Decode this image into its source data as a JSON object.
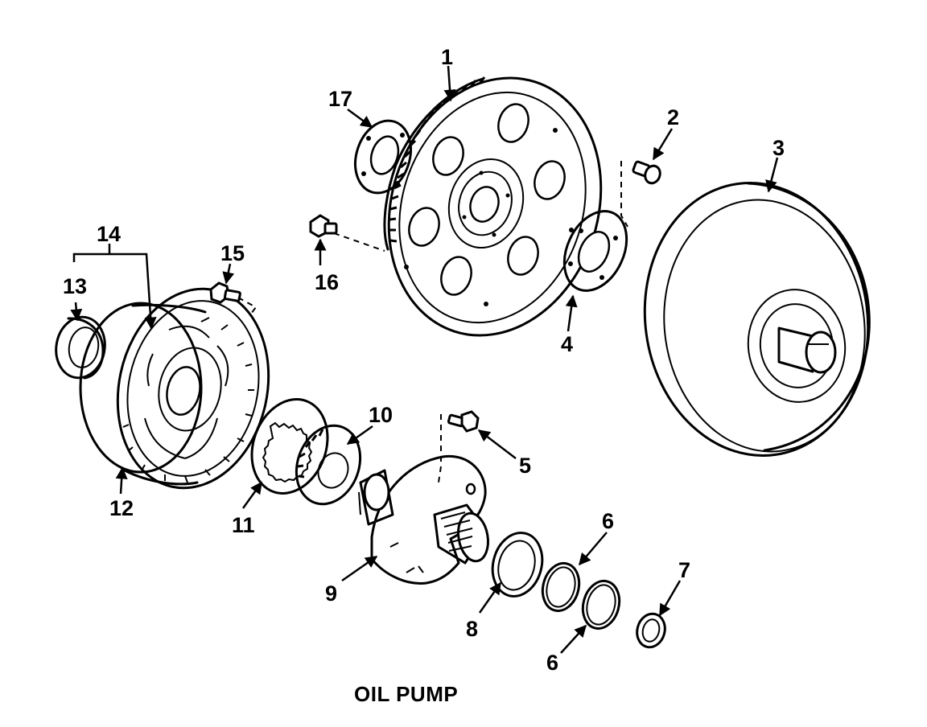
{
  "caption": "OIL PUMP",
  "callouts": {
    "n1": "1",
    "n2": "2",
    "n3": "3",
    "n4": "4",
    "n5": "5",
    "n6a": "6",
    "n6b": "6",
    "n7": "7",
    "n8": "8",
    "n9": "9",
    "n10": "10",
    "n11": "11",
    "n12": "12",
    "n13": "13",
    "n14": "14",
    "n15": "15",
    "n16": "16",
    "n17": "17"
  },
  "colors": {
    "ink": "#000000",
    "paper": "#ffffff"
  }
}
